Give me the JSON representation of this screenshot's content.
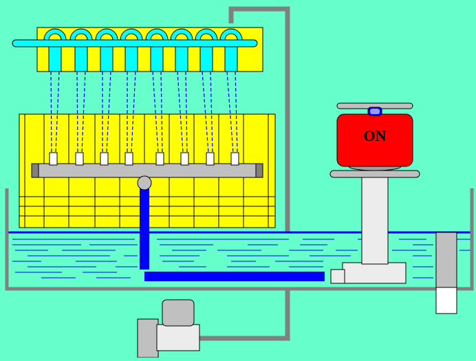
{
  "diagram": {
    "pump_status_label": "ON",
    "colors": {
      "background": "#66ffcc",
      "manifold_yellow": "#ffff00",
      "nozzle_cyan": "#00ffff",
      "water_blue": "#0000ff",
      "pipe_gray": "#808080",
      "motor_red": "#ff0000",
      "light_gray": "#c0c0c0",
      "white_gray": "#ececec"
    },
    "nozzle_count": 8,
    "sensor_count": 8
  }
}
